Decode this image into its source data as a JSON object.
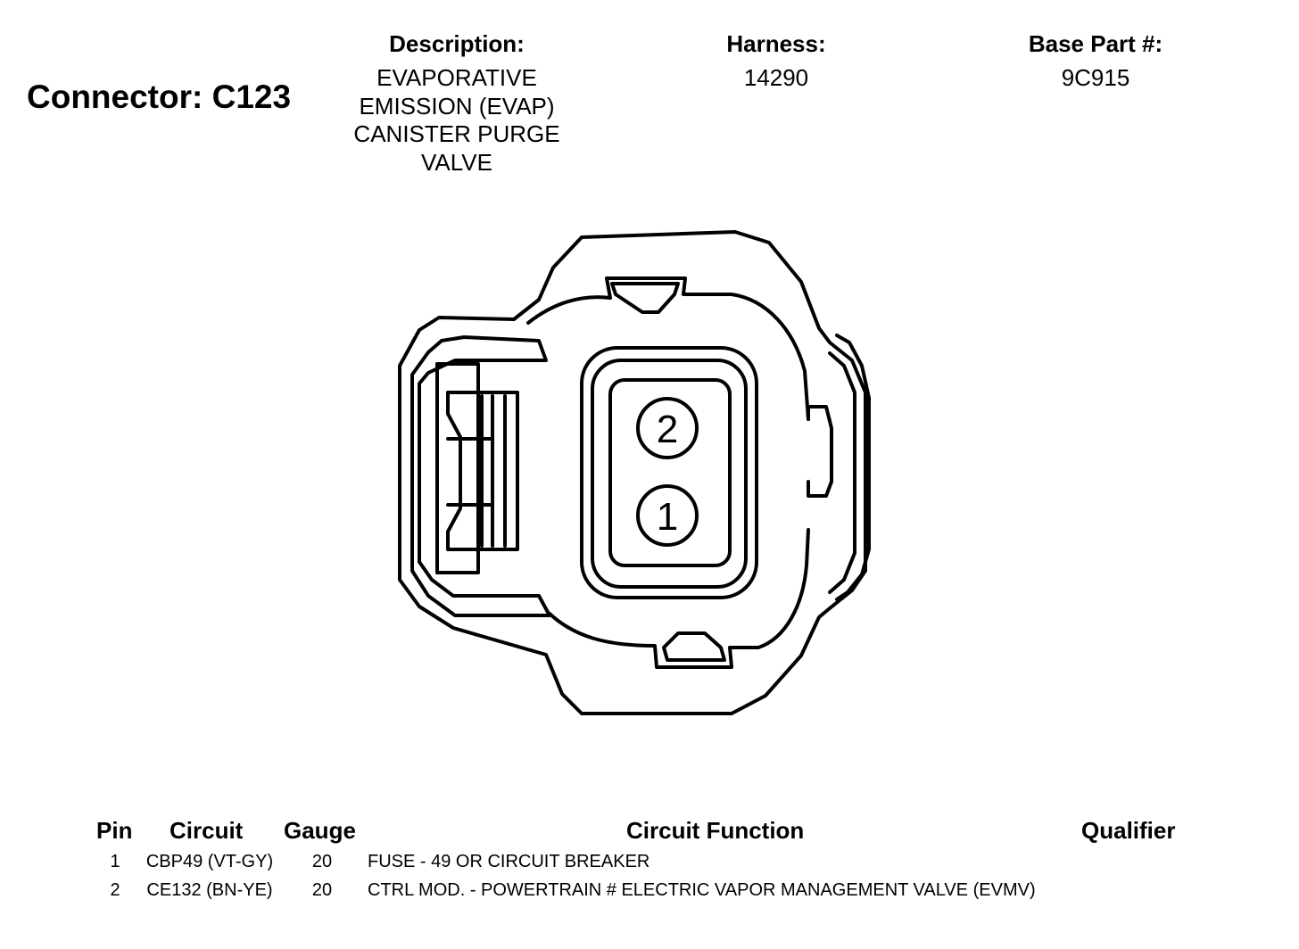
{
  "connector": {
    "title": "Connector: C123"
  },
  "header": {
    "description_label": "Description:",
    "description_lines": [
      "EVAPORATIVE",
      "EMISSION (EVAP)",
      "CANISTER PURGE",
      "VALVE"
    ],
    "harness_label": "Harness:",
    "harness_value": "14290",
    "base_part_label": "Base Part #:",
    "base_part_value": "9C915"
  },
  "diagram": {
    "pin_labels": [
      "2",
      "1"
    ]
  },
  "table": {
    "columns": [
      "Pin",
      "Circuit",
      "Gauge",
      "Circuit Function",
      "Qualifier"
    ],
    "rows": [
      {
        "pin": "1",
        "circuit": "CBP49 (VT-GY)",
        "gauge": "20",
        "function": "FUSE - 49 OR CIRCUIT BREAKER",
        "qualifier": ""
      },
      {
        "pin": "2",
        "circuit": "CE132 (BN-YE)",
        "gauge": "20",
        "function": "CTRL MOD. - POWERTRAIN # ELECTRIC VAPOR MANAGEMENT VALVE (EVMV)",
        "qualifier": ""
      }
    ]
  }
}
